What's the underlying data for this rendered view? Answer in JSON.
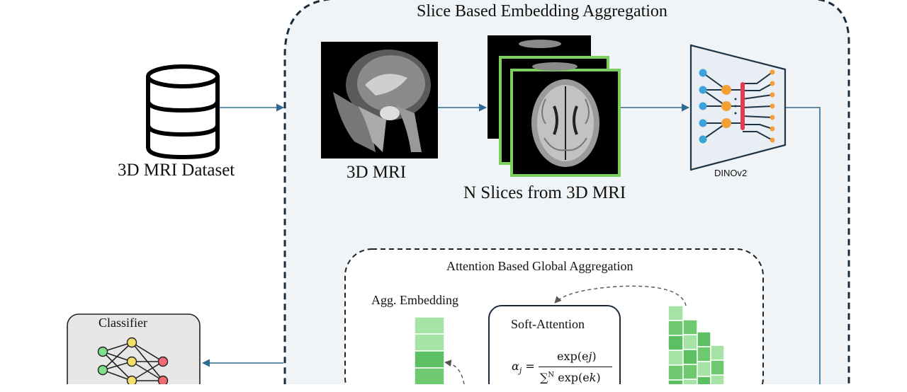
{
  "panel": {
    "title": "Slice Based Embedding Aggregation"
  },
  "dataset": {
    "label": "3D MRI Dataset",
    "icon": "database-icon"
  },
  "mri": {
    "label": "3D MRI"
  },
  "slices": {
    "label": "N Slices from 3D MRI",
    "border_color": "#7ccf5e"
  },
  "model": {
    "label": "DINOv2",
    "icon": "dinov2-network-icon"
  },
  "attention": {
    "title": "Attention Based Global Aggregation",
    "agg_label": "Agg. Embedding",
    "soft_title": "Soft-Attention",
    "formula_lhs": "α",
    "formula_sub": "j",
    "formula_eq": "=",
    "formula_num": "exp(e",
    "formula_num_sub": "j",
    "formula_den": "∑",
    "formula_den_sup": "N",
    "formula_den_tail": "exp(e",
    "formula_den_sub": "k"
  },
  "classifier": {
    "label": "Classifier",
    "icon": "neural-network-icon"
  },
  "colors": {
    "panel_bg": "#f1f4f6",
    "arrow": "#2f6b92",
    "green_dark": "#5cbf62",
    "green_light": "#a6e3a6",
    "orange": "#f0a035",
    "blue_node": "#3aa3d8",
    "red_bar": "#e23a4e"
  }
}
